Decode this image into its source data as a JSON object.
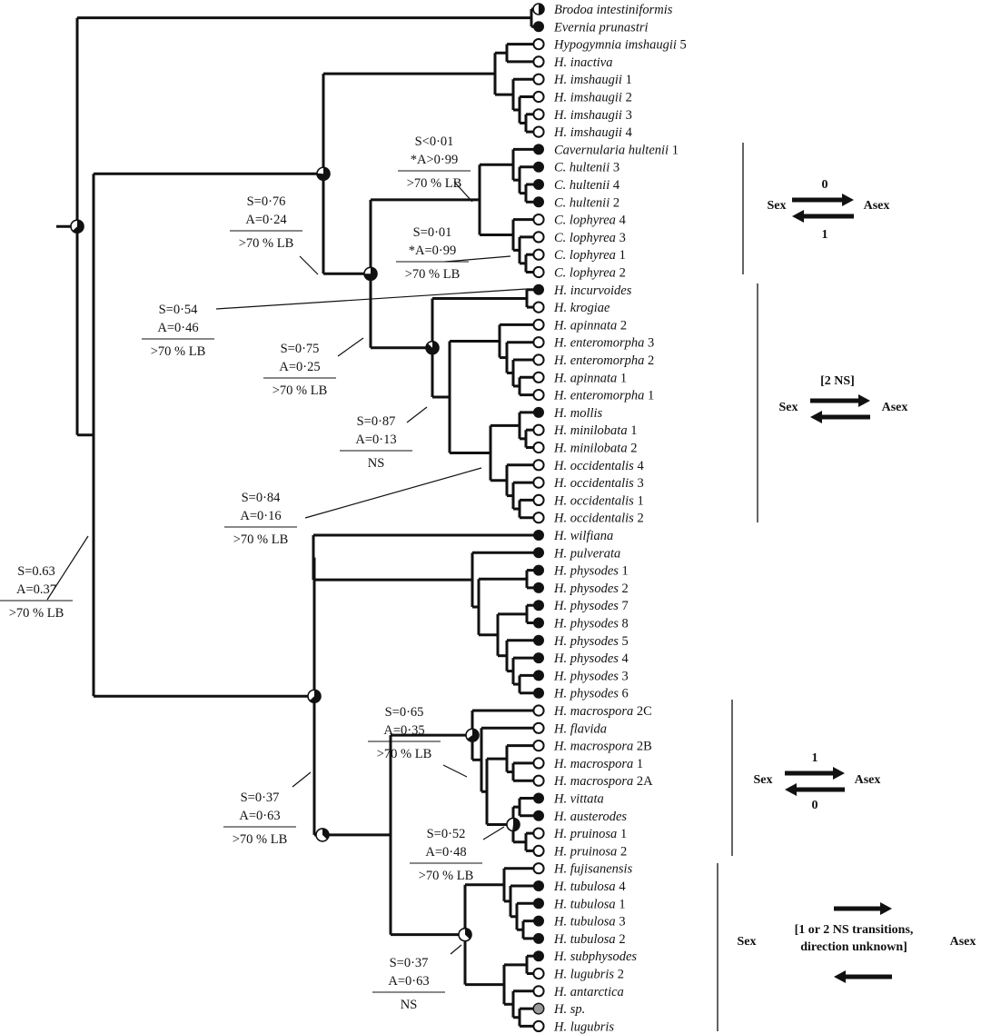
{
  "taxa": [
    {
      "genus": "Brodoa",
      "epithet": "intestiniformis",
      "suffix": ""
    },
    {
      "genus": "Evernia",
      "epithet": "prunastri",
      "suffix": ""
    },
    {
      "genus": "Hypogymnia",
      "epithet": "imshaugii",
      "suffix": " 5"
    },
    {
      "genus": "H.",
      "epithet": "inactiva",
      "suffix": ""
    },
    {
      "genus": "H.",
      "epithet": "imshaugii",
      "suffix": " 1"
    },
    {
      "genus": "H.",
      "epithet": "imshaugii",
      "suffix": " 2"
    },
    {
      "genus": "H.",
      "epithet": "imshaugii",
      "suffix": " 3"
    },
    {
      "genus": "H.",
      "epithet": "imshaugii",
      "suffix": " 4"
    },
    {
      "genus": "Cavernularia",
      "epithet": "hultenii",
      "suffix": " 1"
    },
    {
      "genus": "C.",
      "epithet": "hultenii",
      "suffix": " 3"
    },
    {
      "genus": "C.",
      "epithet": "hultenii",
      "suffix": " 4"
    },
    {
      "genus": "C.",
      "epithet": "hultenii",
      "suffix": " 2"
    },
    {
      "genus": "C.",
      "epithet": "lophyrea",
      "suffix": " 4"
    },
    {
      "genus": "C.",
      "epithet": "lophyrea",
      "suffix": " 3"
    },
    {
      "genus": "C.",
      "epithet": "lophyrea",
      "suffix": " 1"
    },
    {
      "genus": "C.",
      "epithet": "lophyrea",
      "suffix": " 2"
    },
    {
      "genus": "H.",
      "epithet": "incurvoides",
      "suffix": ""
    },
    {
      "genus": "H.",
      "epithet": "krogiae",
      "suffix": ""
    },
    {
      "genus": "H.",
      "epithet": "apinnata",
      "suffix": " 2"
    },
    {
      "genus": "H.",
      "epithet": "enteromorpha",
      "suffix": " 3"
    },
    {
      "genus": "H.",
      "epithet": "enteromorpha",
      "suffix": " 2"
    },
    {
      "genus": "H.",
      "epithet": "apinnata",
      "suffix": " 1"
    },
    {
      "genus": "H.",
      "epithet": "enteromorpha",
      "suffix": " 1"
    },
    {
      "genus": "H.",
      "epithet": "mollis",
      "suffix": ""
    },
    {
      "genus": "H.",
      "epithet": "minilobata",
      "suffix": " 1"
    },
    {
      "genus": "H.",
      "epithet": "minilobata",
      "suffix": " 2"
    },
    {
      "genus": "H.",
      "epithet": "occidentalis",
      "suffix": " 4"
    },
    {
      "genus": "H.",
      "epithet": "occidentalis",
      "suffix": " 3"
    },
    {
      "genus": "H.",
      "epithet": "occidentalis",
      "suffix": " 1"
    },
    {
      "genus": "H.",
      "epithet": "occidentalis",
      "suffix": " 2"
    },
    {
      "genus": "H.",
      "epithet": "wilfiana",
      "suffix": ""
    },
    {
      "genus": "H.",
      "epithet": "pulverata",
      "suffix": ""
    },
    {
      "genus": "H.",
      "epithet": "physodes",
      "suffix": " 1"
    },
    {
      "genus": "H.",
      "epithet": "physodes",
      "suffix": " 2"
    },
    {
      "genus": "H.",
      "epithet": "physodes",
      "suffix": " 7"
    },
    {
      "genus": "H.",
      "epithet": "physodes",
      "suffix": " 8"
    },
    {
      "genus": "H.",
      "epithet": "physodes",
      "suffix": " 5"
    },
    {
      "genus": "H.",
      "epithet": "physodes",
      "suffix": " 4"
    },
    {
      "genus": "H.",
      "epithet": "physodes",
      "suffix": " 3"
    },
    {
      "genus": "H.",
      "epithet": "physodes",
      "suffix": " 6"
    },
    {
      "genus": "H.",
      "epithet": "macrospora",
      "suffix": " 2C"
    },
    {
      "genus": "H.",
      "epithet": "flavida",
      "suffix": ""
    },
    {
      "genus": "H.",
      "epithet": "macrospora",
      "suffix": " 2B"
    },
    {
      "genus": "H.",
      "epithet": "macrospora",
      "suffix": " 1"
    },
    {
      "genus": "H.",
      "epithet": "macrospora",
      "suffix": " 2A"
    },
    {
      "genus": "H.",
      "epithet": "vittata",
      "suffix": ""
    },
    {
      "genus": "H.",
      "epithet": "austerodes",
      "suffix": ""
    },
    {
      "genus": "H.",
      "epithet": "pruinosa",
      "suffix": " 1"
    },
    {
      "genus": "H.",
      "epithet": "pruinosa",
      "suffix": " 2"
    },
    {
      "genus": "H.",
      "epithet": "fujisanensis",
      "suffix": ""
    },
    {
      "genus": "H.",
      "epithet": "tubulosa",
      "suffix": " 4"
    },
    {
      "genus": "H.",
      "epithet": "tubulosa",
      "suffix": " 1"
    },
    {
      "genus": "H.",
      "epithet": "tubulosa",
      "suffix": " 3"
    },
    {
      "genus": "H.",
      "epithet": "tubulosa",
      "suffix": " 2"
    },
    {
      "genus": "H.",
      "epithet": "subphysodes",
      "suffix": ""
    },
    {
      "genus": "H.",
      "epithet": "lugubris",
      "suffix": " 2"
    },
    {
      "genus": "H.",
      "epithet": "antarctica",
      "suffix": ""
    },
    {
      "genus": "H.",
      "epithet": "sp.",
      "suffix": ""
    },
    {
      "genus": "H.",
      "epithet": "lugubris",
      "suffix": ""
    }
  ],
  "tip_states": [
    "half",
    "sexual",
    "asexual",
    "asexual",
    "asexual",
    "asexual",
    "asexual",
    "asexual",
    "sexual",
    "sexual",
    "sexual",
    "sexual",
    "asexual",
    "asexual",
    "asexual",
    "asexual",
    "sexual",
    "asexual",
    "asexual",
    "asexual",
    "asexual",
    "asexual",
    "asexual",
    "sexual",
    "asexual",
    "asexual",
    "asexual",
    "asexual",
    "asexual",
    "asexual",
    "sexual",
    "sexual",
    "sexual",
    "sexual",
    "sexual",
    "sexual",
    "sexual",
    "sexual",
    "sexual",
    "sexual",
    "asexual",
    "asexual",
    "asexual",
    "asexual",
    "asexual",
    "sexual",
    "sexual",
    "asexual",
    "asexual",
    "asexual",
    "sexual",
    "sexual",
    "sexual",
    "sexual",
    "sexual",
    "asexual",
    "asexual",
    "grey",
    "asexual"
  ],
  "node_sexual_fractions": [
    0.63,
    0.76,
    0.54,
    0.75,
    0.87,
    0.84,
    0.37,
    0.65,
    0.52,
    0.37
  ],
  "annotations": {
    "root": {
      "s": "S=0.63",
      "a": "A=0.37",
      "support": ">70 % LB"
    },
    "n_hyp": {
      "s": "S=0·76",
      "a": "A=0·24",
      "support": ">70 % LB"
    },
    "n_cav": {
      "s": "S<0·01",
      "a": "*A>0·99",
      "support": ">70 % LB"
    },
    "n_loph": {
      "s": "S=0·01",
      "a": "*A=0·99",
      "support": ">70 % LB"
    },
    "n_incurv": {
      "s": "S=0·54",
      "a": "A=0·46",
      "support": ">70 % LB"
    },
    "n_mid": {
      "s": "S=0·75",
      "a": "A=0·25",
      "support": ">70 % LB"
    },
    "n_ent": {
      "s": "S=0·87",
      "a": "A=0·13",
      "support": "NS"
    },
    "n_occ": {
      "s": "S=0·84",
      "a": "A=0·16",
      "support": ">70 % LB"
    },
    "n_lower": {
      "s": "S=0·37",
      "a": "A=0·63",
      "support": ">70 % LB"
    },
    "n_macro": {
      "s": "S=0·65",
      "a": "A=0·35",
      "support": ">70 % LB"
    },
    "n_pruin": {
      "s": "S=0·52",
      "a": "A=0·48",
      "support": ">70 % LB"
    },
    "n_tub": {
      "s": "S=0·37",
      "a": "A=0·63",
      "support": "NS"
    }
  },
  "transition_boxes": [
    {
      "sex": "Sex",
      "asex": "Asex",
      "top": "0",
      "bottom": "1",
      "header": ""
    },
    {
      "sex": "Sex",
      "asex": "Asex",
      "top": "",
      "bottom": "",
      "header": "[2 NS]"
    },
    {
      "sex": "Sex",
      "asex": "Asex",
      "top": "1",
      "bottom": "0",
      "header": ""
    },
    {
      "sex": "Sex",
      "asex": "Asex",
      "top": "",
      "bottom": "",
      "header": "[1 or 2 NS transitions,",
      "header2": "direction unknown]"
    }
  ]
}
